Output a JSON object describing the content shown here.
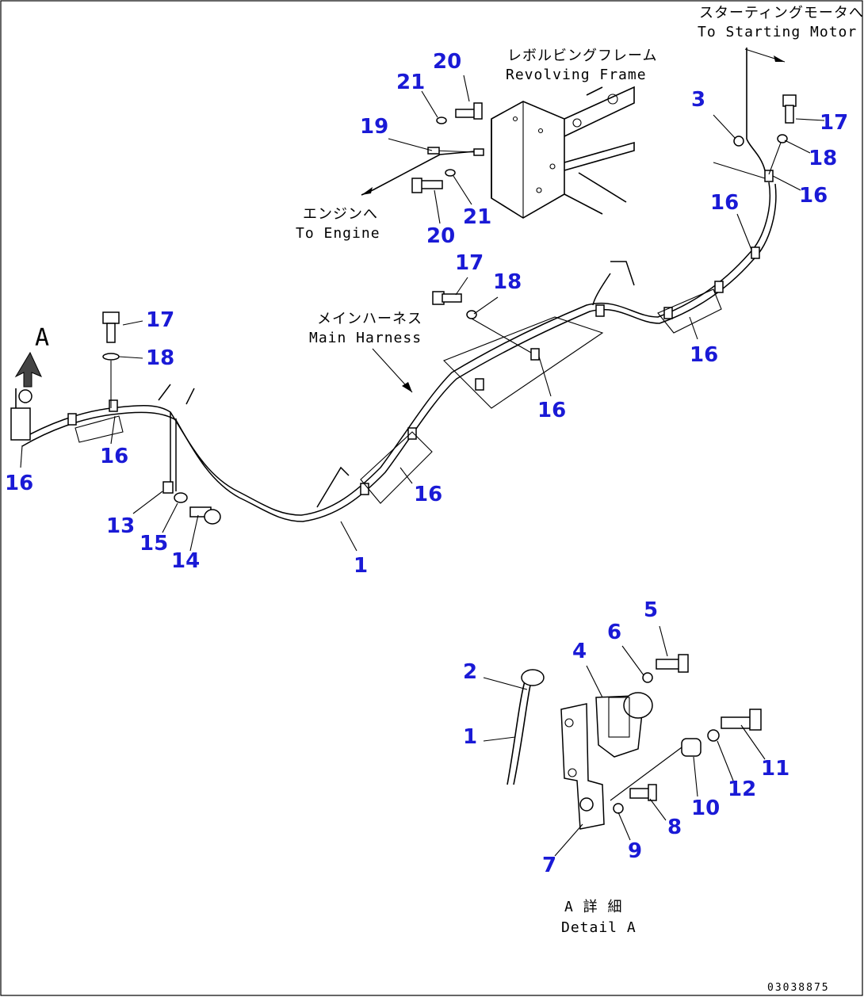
{
  "captions": {
    "starting_motor_jp": "スターティングモータへ",
    "starting_motor_en": "To Starting Motor",
    "revolving_frame_jp": "レボルビングフレーム",
    "revolving_frame_en": "Revolving Frame",
    "engine_jp": "エンジンへ",
    "engine_en": "To Engine",
    "main_harness_jp": "メインハーネス",
    "main_harness_en": "Main Harness",
    "view_marker": "A",
    "detail_jp": "A 詳 細",
    "detail_en": "Detail A",
    "drawing_code": "03038875"
  },
  "part_numbers": {
    "p20_top": "20",
    "p21_top": "21",
    "p19": "19",
    "p20_bottom": "20",
    "p21_bottom": "21",
    "p3": "3",
    "p17_right": "17",
    "p18_right": "18",
    "p16_right_a": "16",
    "p16_right_b": "16",
    "p17_mid": "17",
    "p18_mid": "18",
    "p16_mid_a": "16",
    "p16_mid_b": "16",
    "p17_left": "17",
    "p18_left": "18",
    "p16_left_a": "16",
    "p16_left_b": "16",
    "p16_center": "16",
    "p13": "13",
    "p15": "15",
    "p14": "14",
    "p1_main": "1",
    "p5": "5",
    "p6": "6",
    "p4": "4",
    "p2": "2",
    "p1_detail": "1",
    "p11": "11",
    "p12": "12",
    "p10": "10",
    "p8": "8",
    "p9": "9",
    "p7": "7"
  }
}
